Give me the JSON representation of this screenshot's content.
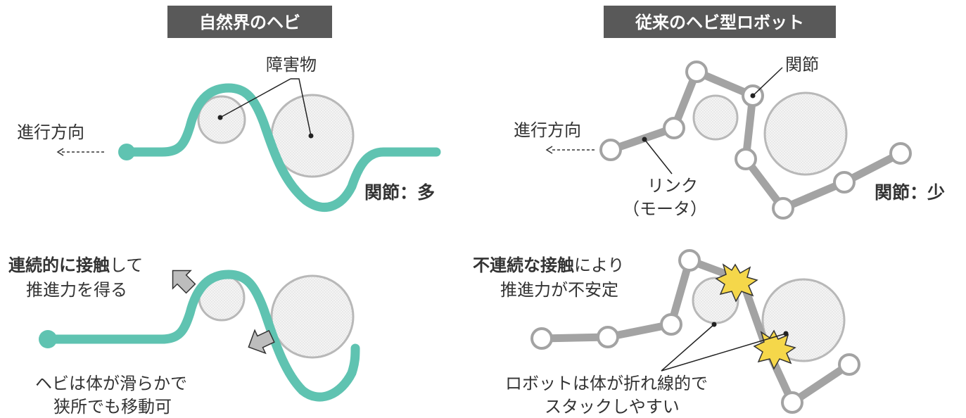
{
  "left_panel": {
    "header": "自然界のヘビ",
    "obstacle_label": "障害物",
    "direction_label": "進行方向",
    "joints_label": "関節：多",
    "contact_line1_bold": "連続的に接触",
    "contact_line1_rest": "して",
    "contact_line2": "推進力を得る",
    "note_line1": "ヘビは体が滑らかで",
    "note_line2": "狭所でも移動可"
  },
  "right_panel": {
    "header": "従来のヘビ型ロボット",
    "joint_label": "関節",
    "direction_label": "進行方向",
    "link_label": "リンク",
    "motor_label": "（モータ）",
    "joints_label": "関節：少",
    "contact_line1_bold": "不連続な接触",
    "contact_line1_rest": "により",
    "contact_line2": "推進力が不安定",
    "note_line1": "ロボットは体が折れ線的で",
    "note_line2": "スタックしやすい"
  },
  "colors": {
    "snake": "#5fc3b1",
    "robot_link": "#a3a3a3",
    "obstacle_stroke": "#b8b8b8",
    "header_bg": "#595959",
    "spark": "#f5d74a",
    "arrow_fill": "#bdbdbd"
  }
}
